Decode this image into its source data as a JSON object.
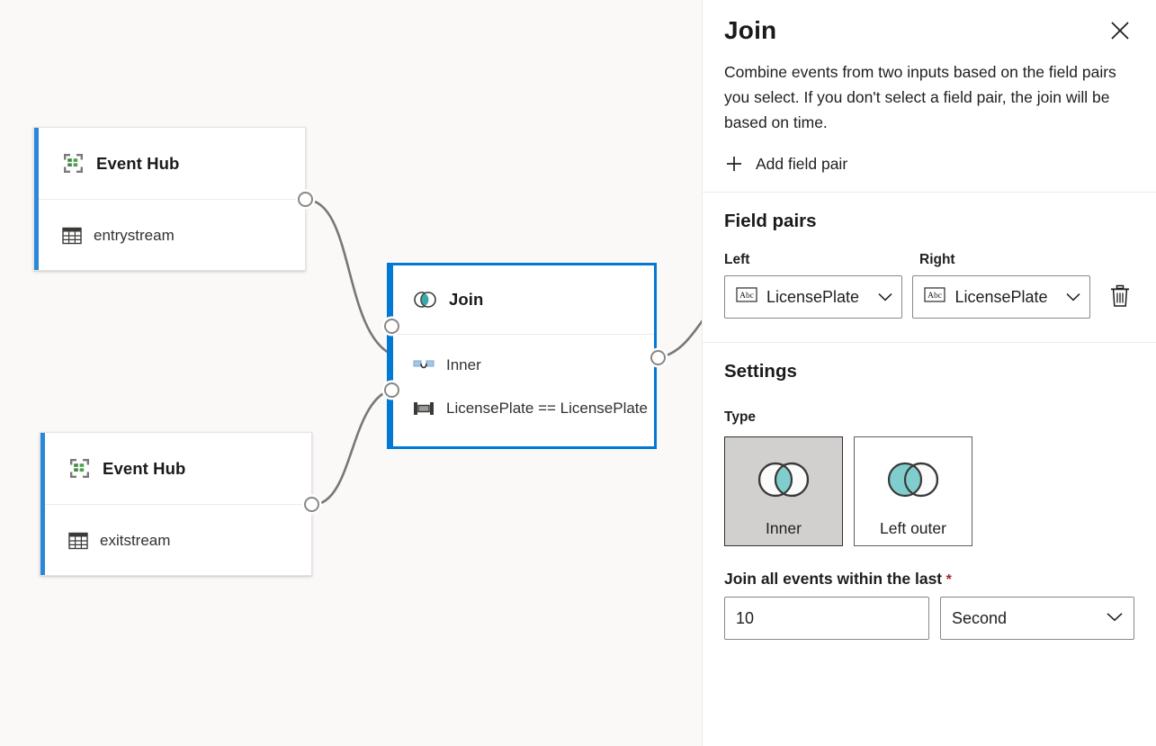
{
  "canvas": {
    "nodes": [
      {
        "title": "Event Hub",
        "stream": "entrystream",
        "type_icon": "event-hub-icon",
        "stream_icon": "table-icon"
      },
      {
        "title": "Event Hub",
        "stream": "exitstream",
        "type_icon": "event-hub-icon",
        "stream_icon": "table-icon"
      }
    ],
    "join_node": {
      "title": "Join",
      "title_icon": "join-venn-icon",
      "rows": [
        {
          "label": "Inner",
          "icon": "join-type-icon"
        },
        {
          "label": "LicensePlate == LicensePlate",
          "icon": "condition-icon"
        }
      ]
    }
  },
  "panel": {
    "title": "Join",
    "close_label": "Close",
    "close_icon": "close-icon",
    "description": "Combine events from two inputs based on the field pairs you select. If you don't select a field pair, the join will be based on time.",
    "add_field_pair_label": "Add field pair",
    "add_icon": "plus-icon",
    "field_pairs": {
      "section_title": "Field pairs",
      "left_label": "Left",
      "right_label": "Right",
      "rows": [
        {
          "left_value": "LicensePlate",
          "right_value": "LicensePlate",
          "left_type_icon": "abc-string-icon",
          "right_type_icon": "abc-string-icon",
          "delete_icon": "trash-icon"
        }
      ]
    },
    "settings": {
      "section_title": "Settings",
      "type_label": "Type",
      "type_options": [
        {
          "label": "Inner",
          "icon": "venn-inner-icon",
          "selected": true
        },
        {
          "label": "Left outer",
          "icon": "venn-left-outer-icon",
          "selected": false
        }
      ],
      "duration_label": "Join all events within the last",
      "required_marker": "*",
      "duration_value": "10",
      "duration_placeholder": "",
      "unit_value": "Second",
      "unit_chevron_icon": "chevron-down-icon"
    }
  },
  "colors": {
    "accent_blue": "#2b88d8",
    "selected_blue": "#0078d4",
    "teal": "#5fc8c8",
    "canvas_bg": "#faf9f8",
    "edge_gray": "#797775",
    "required_red": "#a4262c",
    "selected_card_bg": "#d2d0ce"
  }
}
